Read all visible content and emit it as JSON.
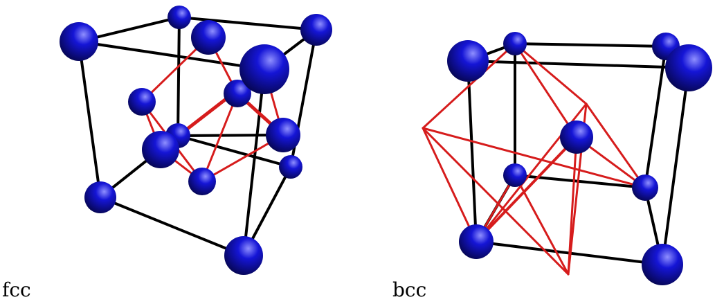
{
  "figure": {
    "panels": [
      {
        "id": "fcc",
        "caption": "fcc"
      },
      {
        "id": "bcc",
        "caption": "bcc"
      }
    ],
    "colors": {
      "atom": "#1515d6",
      "atom_highlight": "#8f8fff",
      "atom_shadow": "#05054a",
      "cube_edge": "#000000",
      "cell_edge": "#d61c1c"
    }
  }
}
